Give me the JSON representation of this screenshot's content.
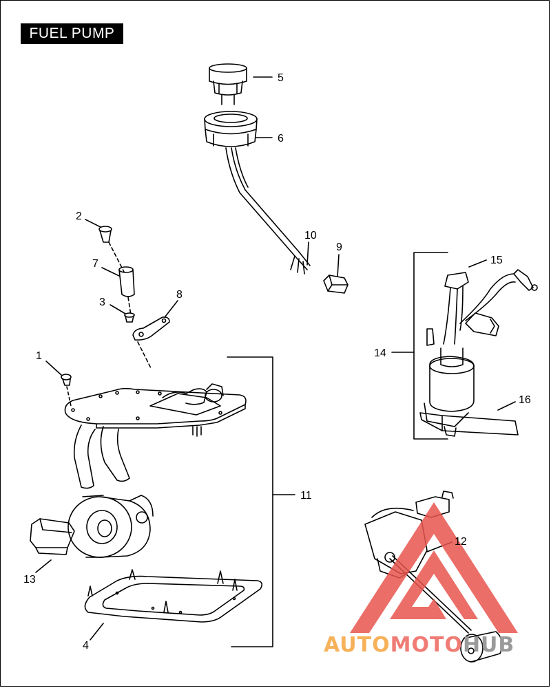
{
  "title": "FUEL PUMP",
  "callouts": [
    "1",
    "2",
    "3",
    "4",
    "5",
    "6",
    "7",
    "8",
    "9",
    "10",
    "11",
    "12",
    "13",
    "14",
    "15",
    "16"
  ],
  "watermark": {
    "part1": "AUTO",
    "part2": "MOTO",
    "part3": "HUB"
  },
  "colors": {
    "ink": "#000000",
    "watermark_red": "#e8554e",
    "watermark_orange": "#f6b25b",
    "watermark_gray": "#9a9a9a"
  }
}
